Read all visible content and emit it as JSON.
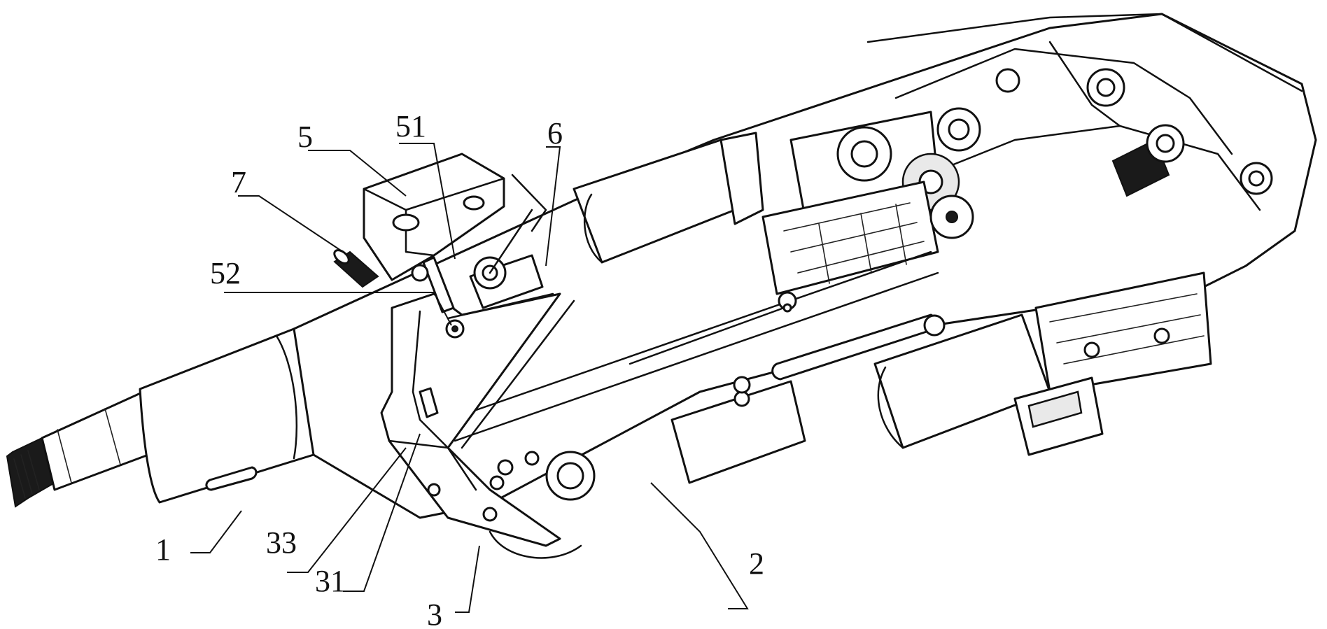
{
  "callouts": {
    "c1": "1",
    "c2": "2",
    "c3": "3",
    "c5": "5",
    "c6": "6",
    "c7": "7",
    "c31": "31",
    "c33": "33",
    "c51": "51",
    "c52": "52"
  }
}
